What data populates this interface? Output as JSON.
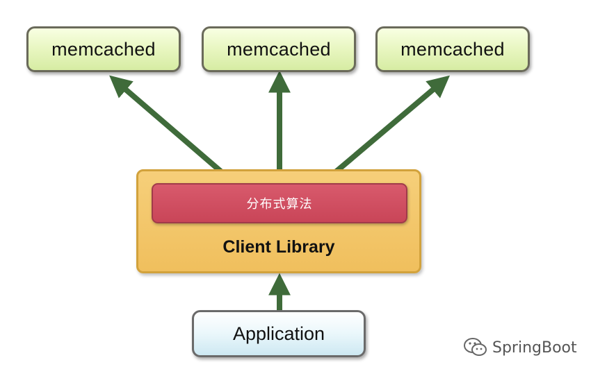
{
  "nodes": {
    "memcached_1": "memcached",
    "memcached_2": "memcached",
    "memcached_3": "memcached",
    "algorithm": "分布式算法",
    "client_library": "Client Library",
    "application": "Application"
  },
  "watermark": {
    "icon": "wechat-icon",
    "text": "SpringBoot"
  },
  "colors": {
    "arrow": "#3f6b3a",
    "memcached_fill": "#e6f5bd",
    "client_library_fill": "#f0bf5d",
    "algorithm_fill": "#d0505f",
    "application_fill": "#e4f3f8"
  }
}
